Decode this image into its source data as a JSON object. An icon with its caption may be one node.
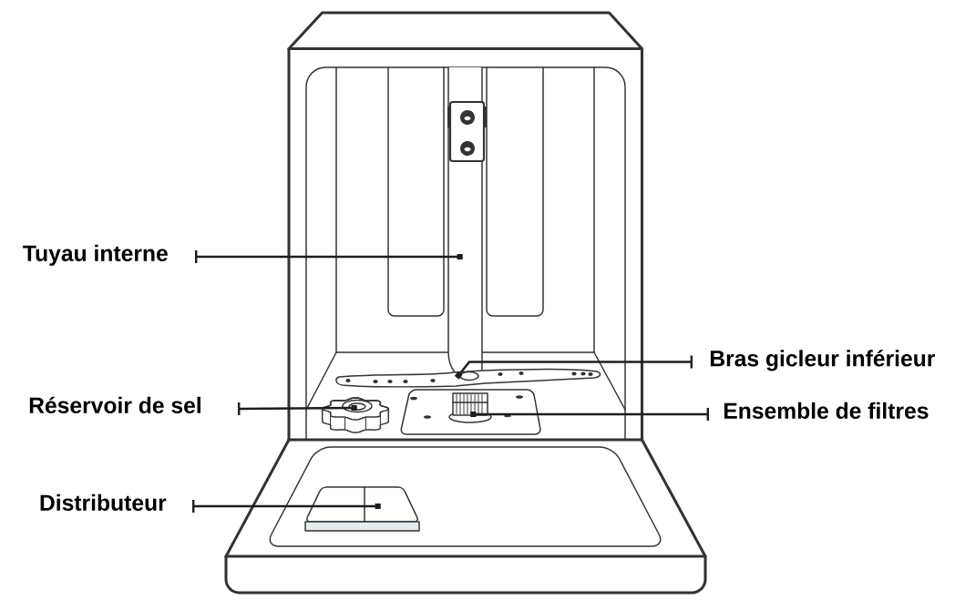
{
  "diagram": {
    "nodes": [
      {
        "text": [
          "Tuyau interne"
        ]
      },
      {
        "text": [
          "Bras gicleur inférieur"
        ]
      },
      {
        "text": [
          "Réservoir de sel"
        ]
      },
      {
        "text": [
          "Ensemble de filtres"
        ]
      },
      {
        "text": [
          "Distributeur"
        ]
      },
      {
        "text": [],
        "shape": "picture"
      },
      {
        "text": [],
        "shape": "picture"
      },
      {
        "text": [],
        "shape": "picture"
      },
      {
        "text": [],
        "shape": "picture"
      },
      {
        "text": [],
        "shape": "picture"
      }
    ],
    "edges": [
      {
        "from": 0,
        "to": 5,
        "arrow": "other"
      },
      {
        "from": 1,
        "to": 6,
        "arrow": "other"
      },
      {
        "from": 2,
        "to": 7,
        "arrow": "other"
      },
      {
        "from": 3,
        "to": 8,
        "arrow": "other"
      },
      {
        "from": 4,
        "to": 9,
        "arrow": "other"
      }
    ]
  }
}
